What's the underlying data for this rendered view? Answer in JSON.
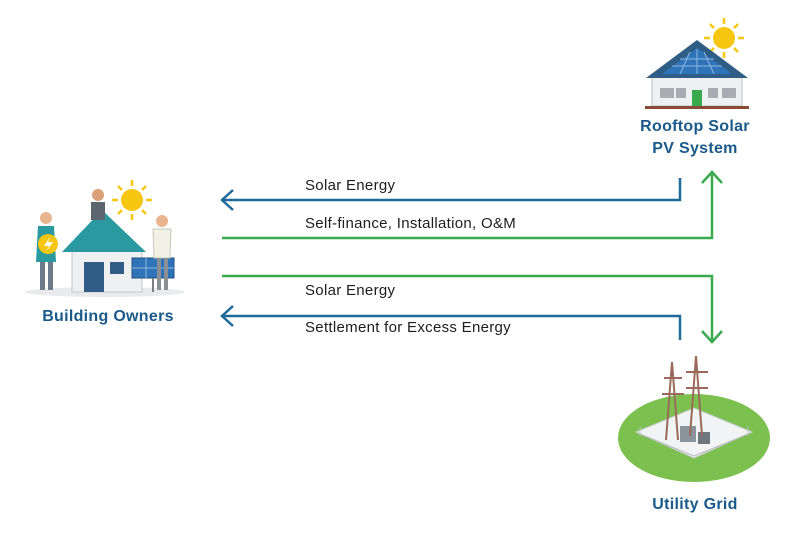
{
  "nodes": {
    "rooftop": {
      "line1": "Rooftop Solar",
      "line2": "PV System"
    },
    "owners": {
      "label": "Building Owners"
    },
    "grid": {
      "label": "Utility Grid"
    }
  },
  "flows": {
    "top_solar": "Solar Energy",
    "top_finance": "Self-finance, Installation, O&M",
    "bottom_solar": "Solar Energy",
    "bottom_settlement": "Settlement for Excess Energy"
  },
  "colors": {
    "blue_arrow": "#1f6a99",
    "green_arrow": "#3aaa4f",
    "title_blue": "#1a5a8a"
  },
  "icons": [
    "house-solar-icon",
    "sun-icon",
    "people-house-icon",
    "utility-substation-icon"
  ]
}
